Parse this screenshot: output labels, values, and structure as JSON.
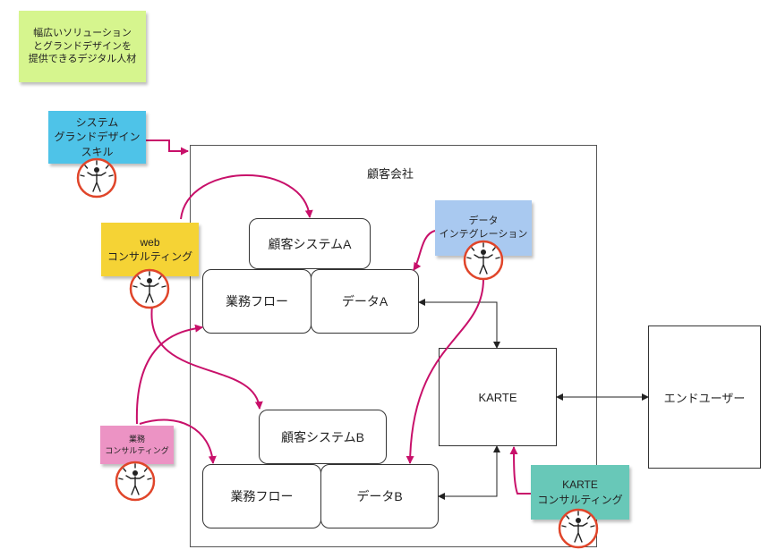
{
  "notes": {
    "top": "幅広いソリューション\nとグランドデザインを\n提供できるデジタル人材",
    "system": "システム\nグランドデザイン\nスキル",
    "web": "web\nコンサルティング",
    "business": "業務\nコンサルティング",
    "data_integration": "データ\nインテグレーション",
    "karte_consulting": "KARTE\nコンサルティング"
  },
  "client_company": "顧客会社",
  "system_a": {
    "title": "顧客システムA",
    "flow": "業務フロー",
    "data": "データA"
  },
  "system_b": {
    "title": "顧客システムB",
    "flow": "業務フロー",
    "data": "データB"
  },
  "karte": "KARTE",
  "end_user": "エンドユーザー",
  "colors": {
    "note_green": "#d6f58e",
    "note_blue": "#4ec3e8",
    "note_yellow": "#f5d335",
    "note_pink": "#ec93c4",
    "note_lightblue": "#a9c9f0",
    "note_teal": "#68c8b8",
    "accent_arrow": "#c8106a",
    "person_ring": "#e0452a"
  },
  "icons": [
    "person-icon"
  ]
}
